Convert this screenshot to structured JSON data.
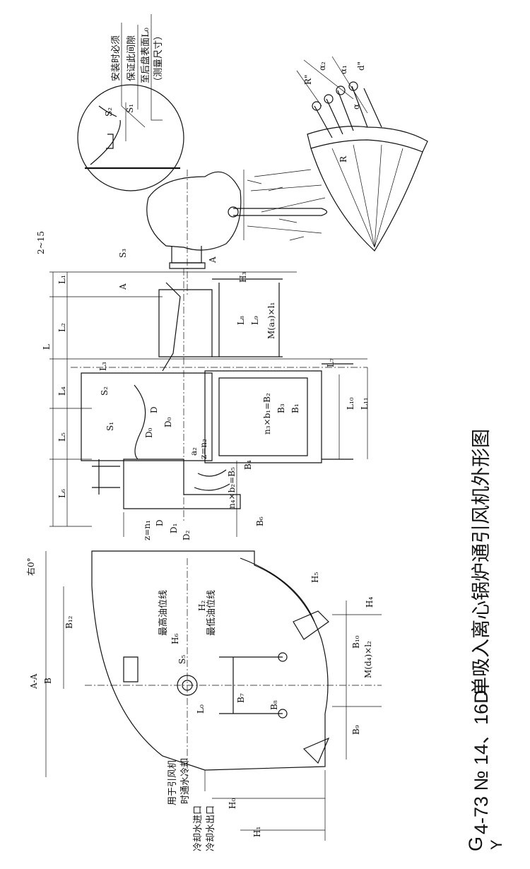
{
  "title": {
    "prefix_top": "G",
    "prefix_bottom": "Y",
    "model": "4-73 № 14、16D",
    "name": "单吸入离心锅炉通引风机外形图"
  },
  "detail_note": {
    "line1": "安装时必须",
    "line2": "保证此间隙",
    "line3": "至后盘表面L₀",
    "line4": "（测量尺寸）",
    "s1": "S₁",
    "s2": "S₂"
  },
  "side_view": {
    "L": "L",
    "L1": "L₁",
    "L2": "L₂",
    "L3": "L₃",
    "L4": "L₄",
    "L5": "L₅",
    "L6": "L₆",
    "L7": "L₇",
    "L8": "L₈",
    "L9": "L₉",
    "L10": "L₁₀",
    "L11": "L₁₁",
    "gap": "2~15",
    "S3": "S₃",
    "A1": "A",
    "A2": "A",
    "H3": "H₃",
    "Ma3": "M(a₃)×l₁",
    "S2": "S₂",
    "S1": "S₁",
    "D_in": "D",
    "D0a": "D₀",
    "D0b": "D₀",
    "a2": "a₂",
    "zn2": "z=n₂",
    "n3b1": "n₃×b₁=B₂",
    "B3": "B₃",
    "B1": "B₁",
    "B4": "B₄",
    "n4b2": "n₄×b₂=B₅",
    "B6": "B₆",
    "D": "D",
    "D1": "D₁",
    "D2": "D₂",
    "zn1": "z=n₁"
  },
  "section_view": {
    "AA": "A-A",
    "B": "B",
    "B12": "B₁₂",
    "rotation": "右0°",
    "H5": "H₅",
    "max_oil": "最高油位线",
    "H6": "H₆",
    "H2": "H₂",
    "min_oil": "最低油位线",
    "S5": "S₅",
    "B7": "B₇",
    "B8": "B₈",
    "H4": "H₄",
    "B10": "B₁₀",
    "Md4": "M(d₄)×l₂",
    "B9": "B₉",
    "L0": "L₀",
    "H0": "H₀",
    "H1": "H₁",
    "note1": "用于引风机",
    "note2": "时通水冷却",
    "water_in": "冷却水进口",
    "water_out": "冷却水出口"
  },
  "impeller_detail": {
    "R2": "R\"",
    "alpha2": "α₂",
    "alpha1": "α₁",
    "d2": "d\"",
    "alpha": "α",
    "R": "R"
  }
}
